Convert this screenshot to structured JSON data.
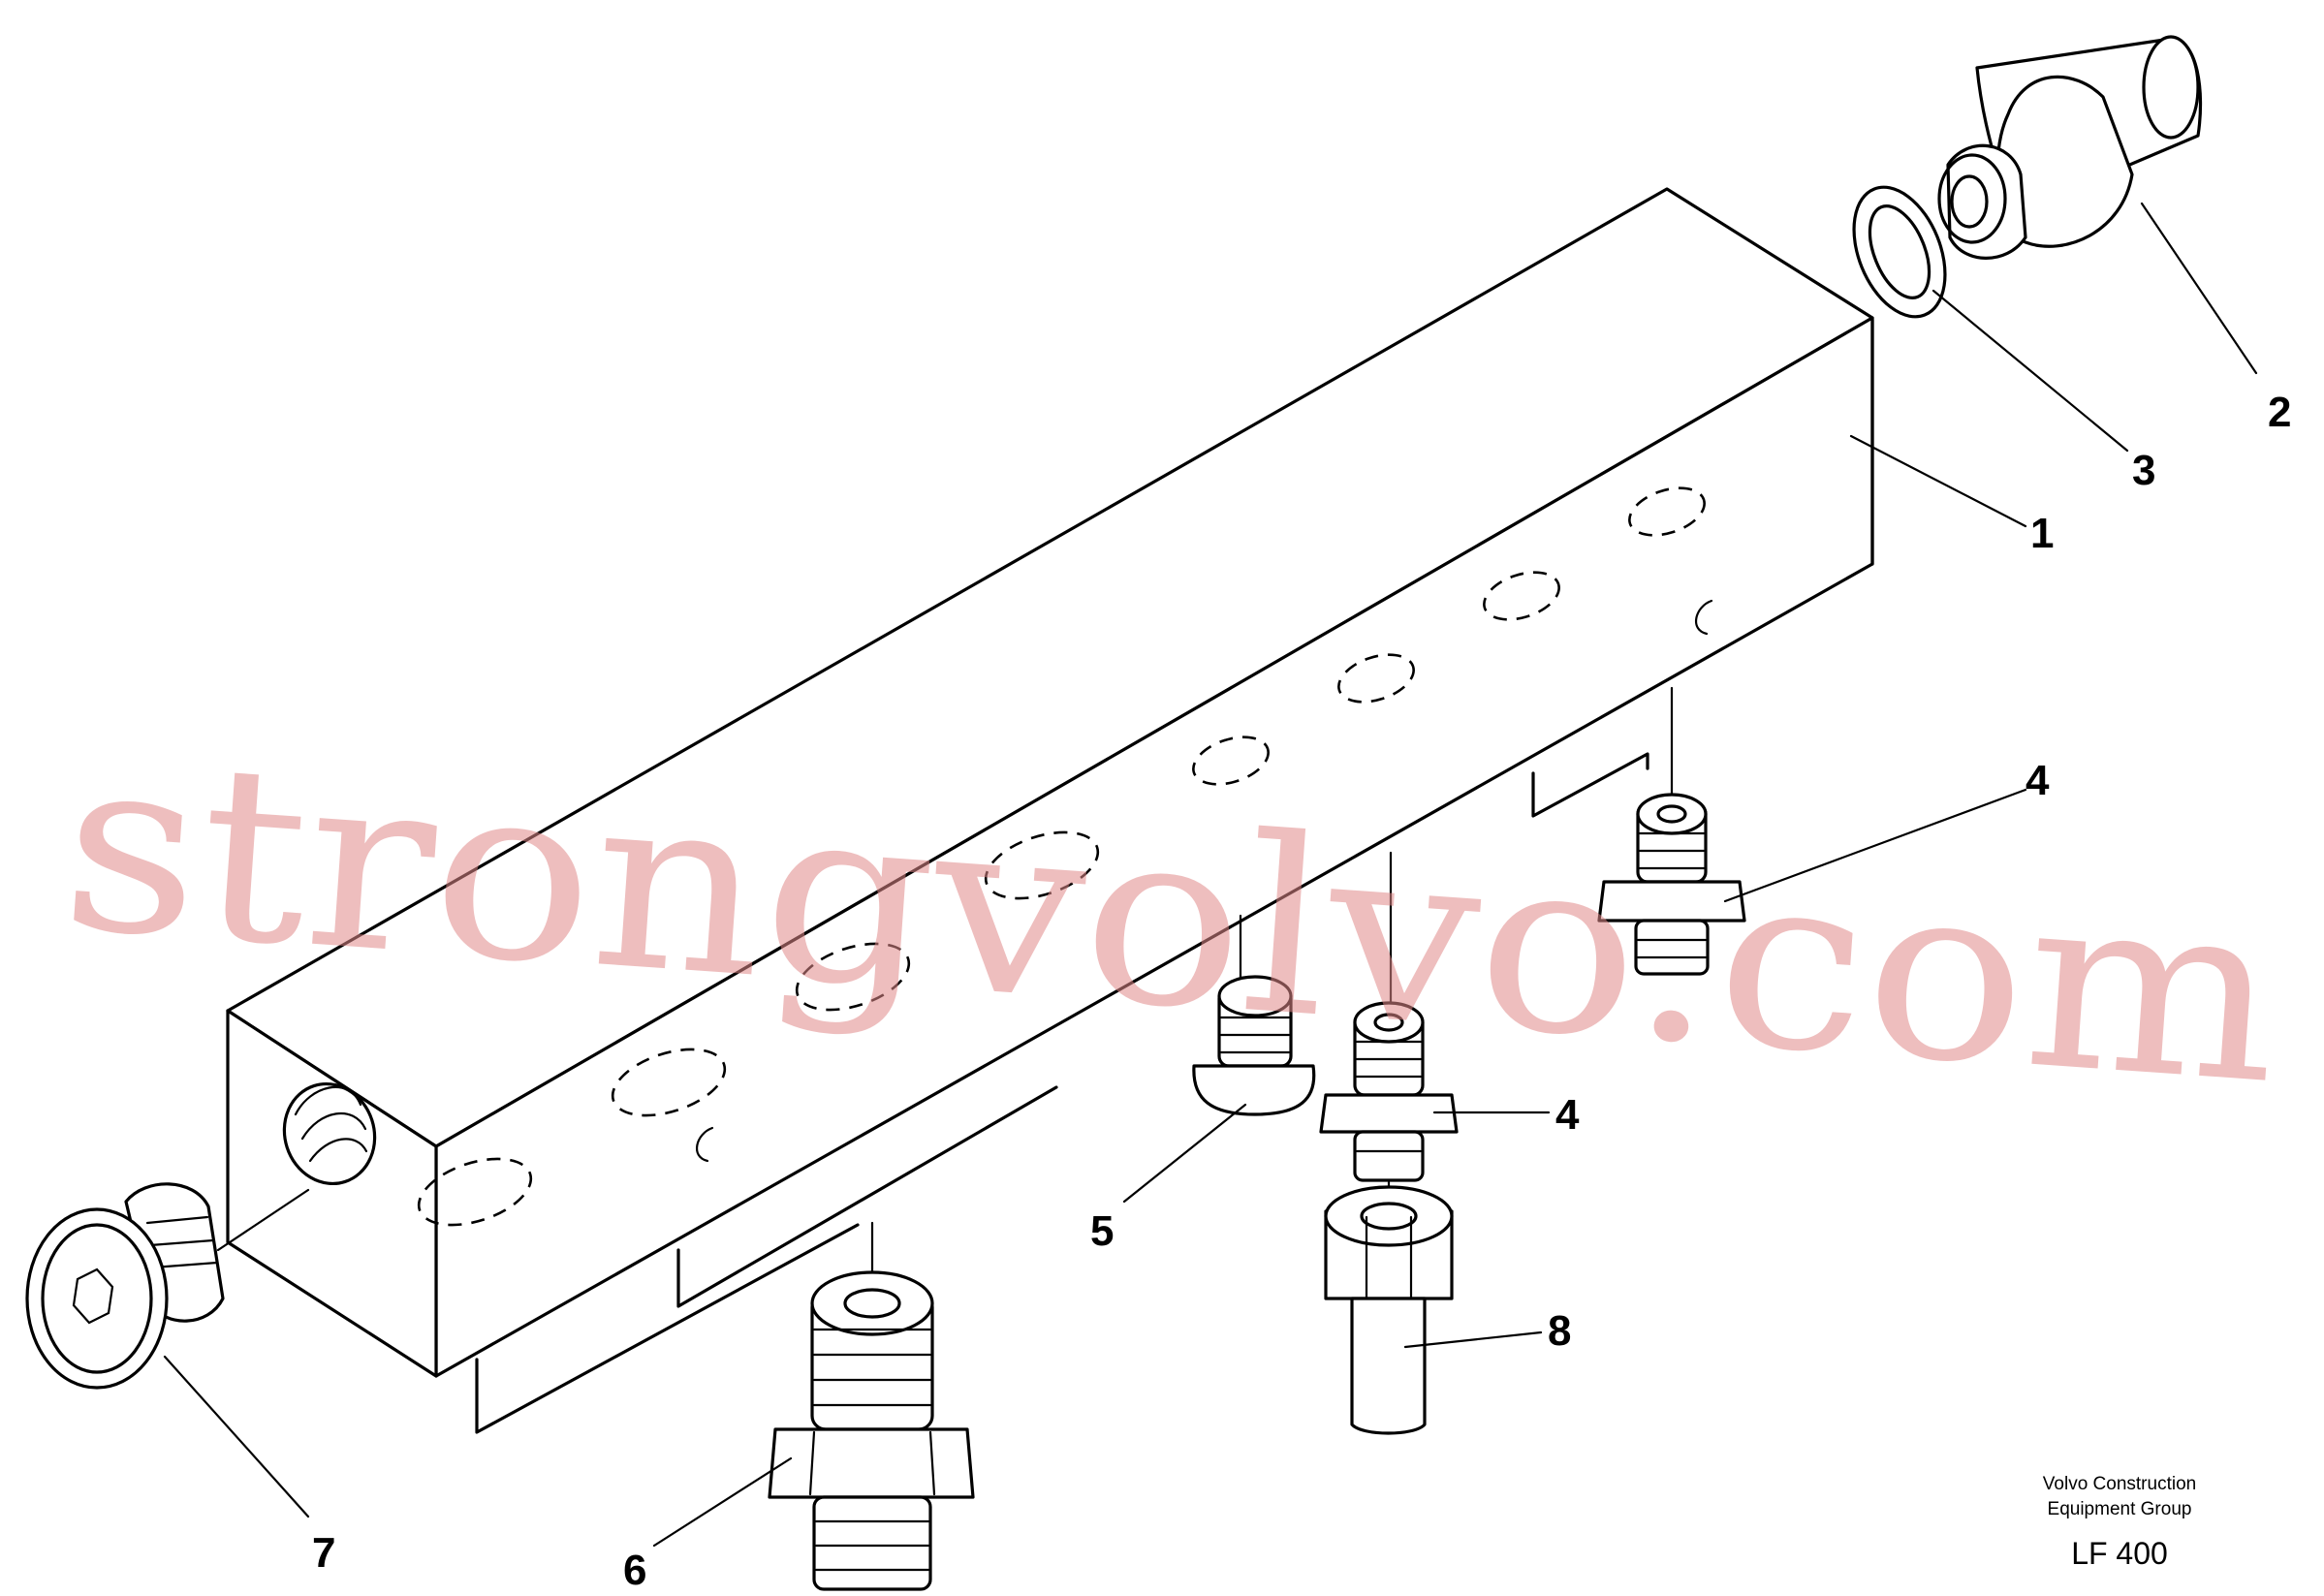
{
  "watermark": "strongvolvo.com",
  "callouts": [
    "1",
    "2",
    "3",
    "4",
    "4",
    "5",
    "6",
    "7",
    "8"
  ],
  "credit": {
    "line1": "Volvo Construction",
    "line2": "Equipment Group"
  },
  "drawing_code": "LF 400",
  "colors": {
    "line": "#000000",
    "background": "#ffffff",
    "watermark": "#e08888"
  }
}
